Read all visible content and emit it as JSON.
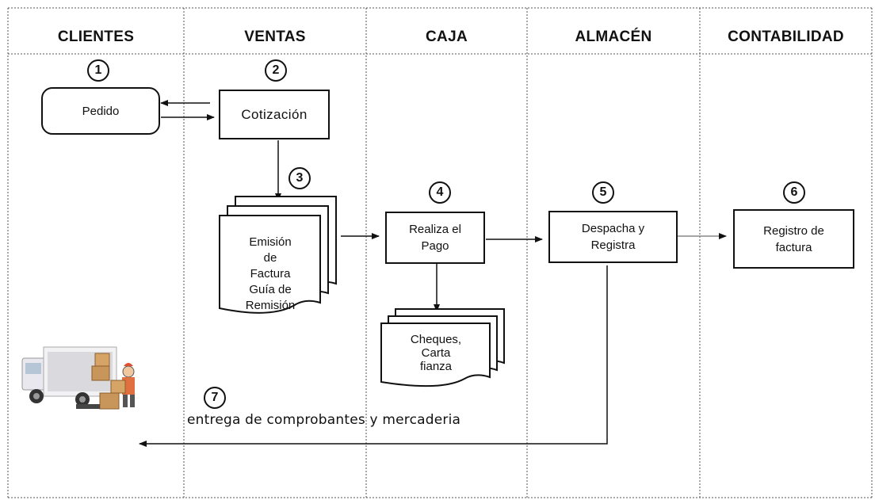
{
  "lanes": [
    "CLIENTES",
    "VENTAS",
    "CAJA",
    "ALMACÉN",
    "CONTABILIDAD"
  ],
  "steps": {
    "s1": {
      "num": "1",
      "label": "Pedido"
    },
    "s2": {
      "num": "2",
      "label": "Cotización"
    },
    "s3": {
      "num": "3",
      "lines": [
        "Emisión",
        "de",
        "Factura",
        "Guía de",
        "Remisión"
      ]
    },
    "s4": {
      "num": "4",
      "lines": [
        "Realiza el",
        "Pago"
      ]
    },
    "s4doc": {
      "lines": [
        "Cheques,",
        "Carta",
        "fianza"
      ]
    },
    "s5": {
      "num": "5",
      "lines": [
        "Despacha y",
        "Registra"
      ]
    },
    "s6": {
      "num": "6",
      "lines": [
        "Registro de",
        "factura"
      ]
    },
    "s7": {
      "num": "7",
      "label": "entrega de comprobantes y mercaderia"
    }
  },
  "icons": {
    "delivery": "delivery-truck-with-worker-icon"
  }
}
